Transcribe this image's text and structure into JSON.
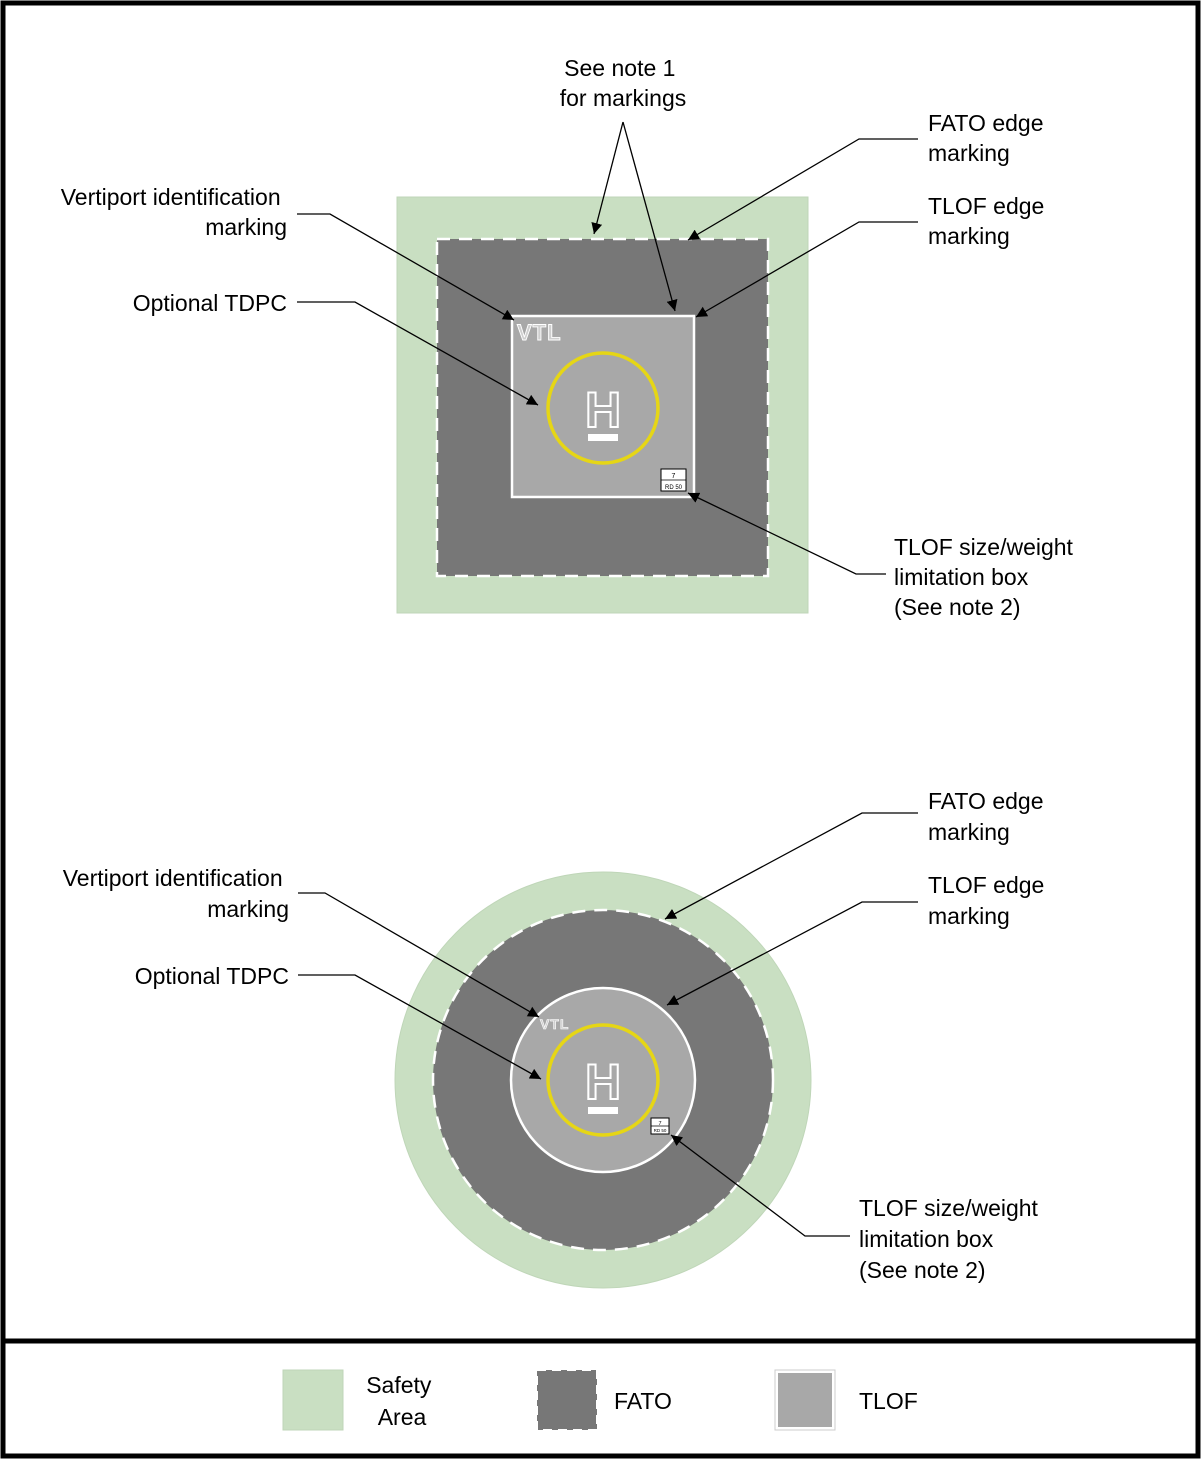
{
  "colors": {
    "safety_area": "#c9dfc2",
    "fato": "#777777",
    "tlof": "#a8a8a8",
    "tdpc": "#e6d615",
    "marking": "#ffffff",
    "border": "#000000"
  },
  "square_layout": {
    "note1": [
      "See note 1",
      "for markings"
    ],
    "fato_edge": [
      "FATO edge",
      "marking"
    ],
    "tlof_edge": [
      "TLOF edge",
      "marking"
    ],
    "vertiport_id": [
      "Vertiport identification",
      "marking"
    ],
    "tdpc": "Optional TDPC",
    "limit_box": [
      "TLOF size/weight",
      "limitation box",
      "(See note 2)"
    ],
    "vtl_mark": "VTL",
    "h_mark": "H",
    "box_top": "7",
    "box_bottom": "RD 50"
  },
  "circle_layout": {
    "fato_edge": [
      "FATO edge",
      "marking"
    ],
    "tlof_edge": [
      "TLOF edge",
      "marking"
    ],
    "vertiport_id": [
      "Vertiport identification",
      "marking"
    ],
    "tdpc": "Optional TDPC",
    "limit_box": [
      "TLOF size/weight",
      "limitation box",
      "(See note 2)"
    ],
    "vtl_mark": "VTL",
    "h_mark": "H",
    "box_top": "7",
    "box_bottom": "RD 50"
  },
  "legend": {
    "safety_area": [
      "Safety",
      "Area"
    ],
    "fato": "FATO",
    "tlof": "TLOF"
  }
}
